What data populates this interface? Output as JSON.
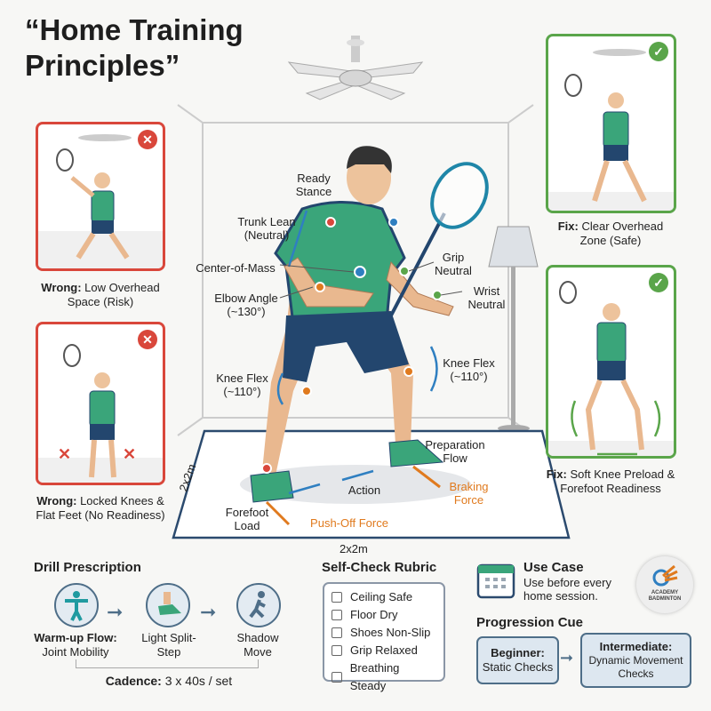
{
  "title": "“Home Training Principles”",
  "panels": {
    "wrong1": {
      "bold": "Wrong:",
      "text": " Low Overhead Space (Risk)",
      "icon": "x-circle-icon",
      "color": "#d9473b"
    },
    "wrong2": {
      "bold": "Wrong:",
      "text": " Locked Knees & Flat Feet (No Readiness)",
      "icon": "x-circle-icon",
      "color": "#d9473b"
    },
    "fix1": {
      "bold": "Fix:",
      "text": " Clear Overhead Zone (Safe)",
      "icon": "check-circle-icon",
      "color": "#5aa54a"
    },
    "fix2": {
      "bold": "Fix:",
      "text": " Soft Knee Preload & Forefoot Readiness",
      "icon": "check-circle-icon",
      "color": "#5aa54a"
    }
  },
  "labels": {
    "ready": "Ready Stance",
    "trunk": "Trunk Lean (Neutral)",
    "com": "Center-of-Mass",
    "elbow": "Elbow Angle (~130°)",
    "grip": "Grip Neutral",
    "wrist": "Wrist Neutral",
    "knee_l": "Knee Flex (~110°)",
    "knee_r": "Knee Flex (~110°)",
    "prep": "Preparation Flow",
    "action": "Action",
    "braking": "Braking Force",
    "forefoot": "Forefoot Load",
    "pushoff": "Push-Off Force",
    "mat_side": "2x2m",
    "mat_bottom": "2x2m"
  },
  "drill": {
    "heading": "Drill Prescription",
    "steps": [
      {
        "bold": "Warm-up Flow:",
        "text": "Joint Mobility",
        "icon": "stretch-figure-icon"
      },
      {
        "text": "Light Split-Step",
        "icon": "shoe-timer-icon"
      },
      {
        "text": "Shadow Move",
        "icon": "running-figure-icon"
      }
    ],
    "cadence_bold": "Cadence:",
    "cadence": " 3 x 40s / set"
  },
  "rubric": {
    "heading": "Self-Check Rubric",
    "items": [
      "Ceiling Safe",
      "Floor Dry",
      "Shoes Non-Slip",
      "Grip Relaxed",
      "Breathing Steady"
    ]
  },
  "use_case": {
    "heading": "Use Case",
    "text": "Use before every home session.",
    "icon": "calendar-icon"
  },
  "progression": {
    "heading": "Progression Cue",
    "beginner_bold": "Beginner:",
    "beginner": "Static Checks",
    "inter_bold": "Intermediate:",
    "inter": "Dynamic Movement Checks"
  },
  "logo": "ACADEMY BADMINTON",
  "colors": {
    "accent_blue": "#2f7fc1",
    "orange": "#e07a1e",
    "shirt": "#3aa57a",
    "navy": "#23466e"
  }
}
